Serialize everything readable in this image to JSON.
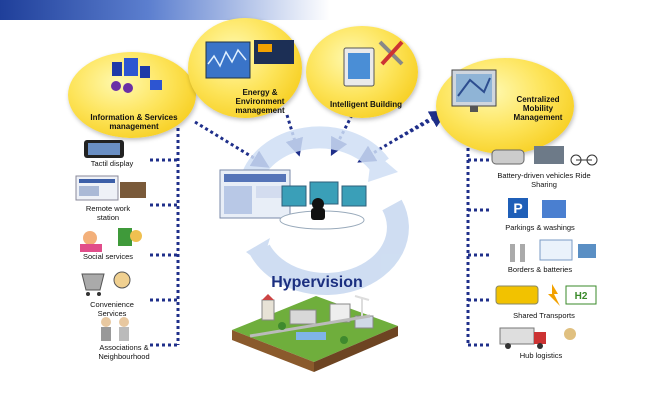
{
  "center": {
    "title": "Hypervision"
  },
  "bubbles": {
    "info": "Information & Services management",
    "energy": "Energy & Environment management",
    "building": "Intelligent Building",
    "mobility": "Centralized Mobility Management"
  },
  "left_items": [
    "Tactil display",
    "Remote work station",
    "Social services",
    "Convenience Services",
    "Associations & Neighbourhood"
  ],
  "right_items": [
    "Battery-driven vehicles Ride Sharing",
    "Parkings & washings",
    "Borders & batteries",
    "Shared Transports",
    "Hub logistics"
  ],
  "icon_text": {
    "parking": "P",
    "hydrogen": "H2"
  },
  "colors": {
    "bubble": "#fde45a",
    "arrow": "#1f2f8a",
    "title": "#1b2f80"
  }
}
